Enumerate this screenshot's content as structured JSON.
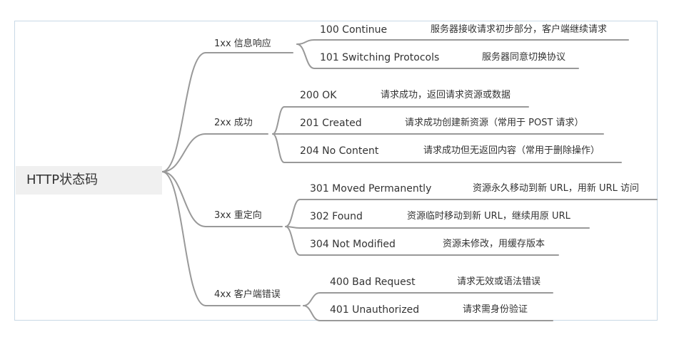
{
  "root": {
    "label": "HTTP状态码"
  },
  "colors": {
    "line": "#999999",
    "frame": "#c9d9e6",
    "root_fill": "#f0f0f0",
    "text": "#333333"
  },
  "categories": [
    {
      "label": "1xx 信息响应",
      "items": [
        {
          "code": "100 Continue",
          "desc": "服务器接收请求初步部分，客户端继续请求"
        },
        {
          "code": "101 Switching Protocols",
          "desc": "服务器同意切换协议"
        }
      ]
    },
    {
      "label": "2xx 成功",
      "items": [
        {
          "code": "200 OK",
          "desc": "请求成功，返回请求资源或数据"
        },
        {
          "code": "201 Created",
          "desc": "请求成功创建新资源（常用于 POST 请求）"
        },
        {
          "code": "204 No Content",
          "desc": "请求成功但无返回内容（常用于删除操作）"
        }
      ]
    },
    {
      "label": "3xx 重定向",
      "items": [
        {
          "code": "301 Moved Permanently",
          "desc": "资源永久移动到新 URL，用新 URL 访问"
        },
        {
          "code": "302 Found",
          "desc": "资源临时移动到新 URL，继续用原 URL"
        },
        {
          "code": "304 Not Modified",
          "desc": "资源未修改，用缓存版本"
        }
      ]
    },
    {
      "label": "4xx 客户端错误",
      "items": [
        {
          "code": "400 Bad Request",
          "desc": "请求无效或语法错误"
        },
        {
          "code": "401 Unauthorized",
          "desc": "请求需身份验证"
        }
      ]
    }
  ]
}
